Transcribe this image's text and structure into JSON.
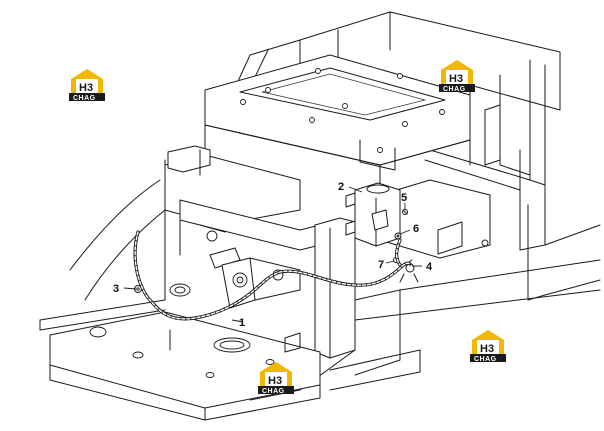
{
  "callouts": [
    {
      "id": "1",
      "label": "1"
    },
    {
      "id": "2",
      "label": "2"
    },
    {
      "id": "3",
      "label": "3"
    },
    {
      "id": "4",
      "label": "4"
    },
    {
      "id": "5",
      "label": "5"
    },
    {
      "id": "6",
      "label": "6"
    },
    {
      "id": "7",
      "label": "7"
    }
  ],
  "watermark": {
    "letters": "H3",
    "word": "CHAG",
    "accent_color": "#f2b705",
    "dark_color": "#1a1a1a",
    "icon": "house-logo-icon"
  }
}
